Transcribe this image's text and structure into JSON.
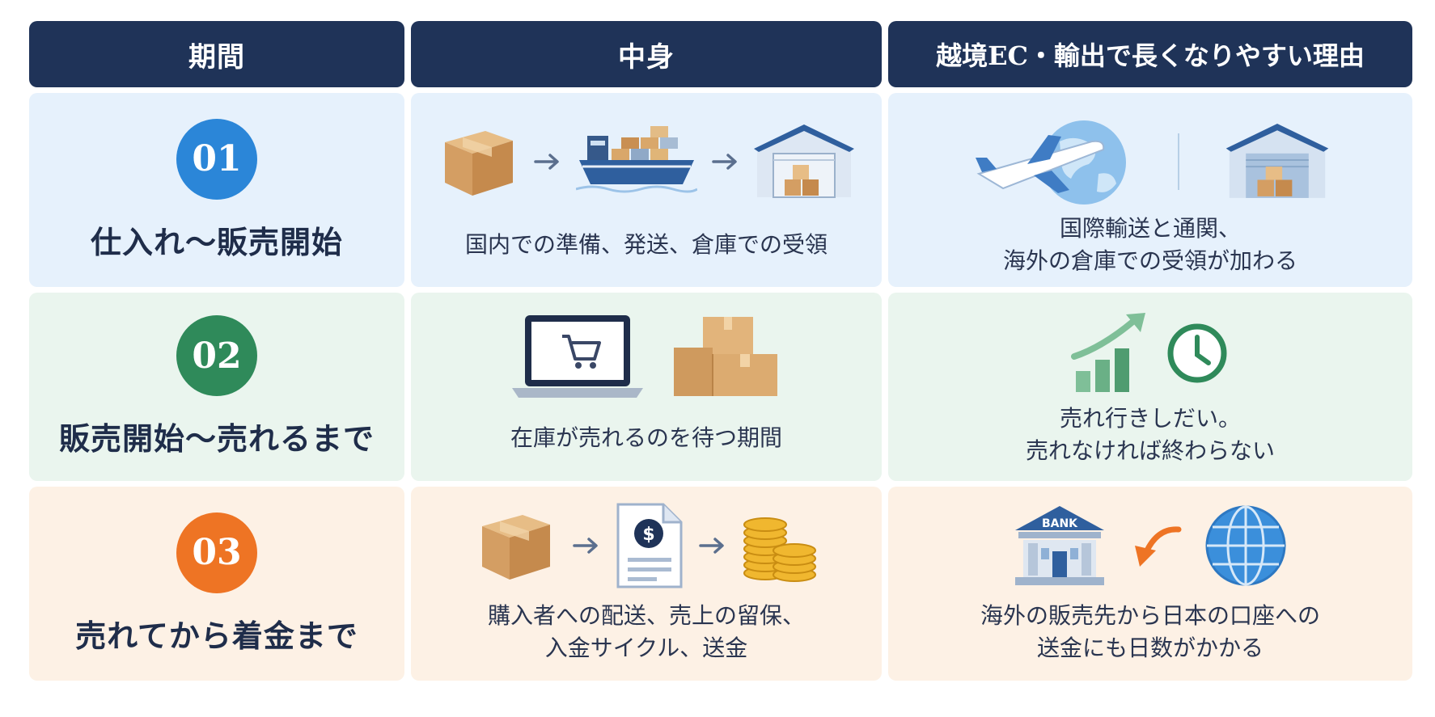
{
  "headers": {
    "period": "期間",
    "content": "中身",
    "reason": "越境EC・輸出で長くなりやすい理由"
  },
  "rows": [
    {
      "number": "01",
      "period": "仕入れ〜販売開始",
      "content": [
        "国内での準備、発送、倉庫での受領"
      ],
      "reason": [
        "国際輸送と通関、",
        "海外の倉庫での受領が加わる"
      ],
      "badge_color": "#2b86d8"
    },
    {
      "number": "02",
      "period": "販売開始〜売れるまで",
      "content": [
        "在庫が売れるのを待つ期間"
      ],
      "reason": [
        "売れ行きしだい。",
        "売れなければ終わらない"
      ],
      "badge_color": "#2f8a5a"
    },
    {
      "number": "03",
      "period": "売れてから着金まで",
      "content": [
        "購入者への配送、売上の留保、",
        "入金サイクル、送金"
      ],
      "reason": [
        "海外の販売先から日本の口座への",
        "送金にも日数がかかる"
      ],
      "badge_color": "#ee7424"
    }
  ],
  "icon_labels": {
    "bank": "BANK",
    "dollar": "$"
  }
}
